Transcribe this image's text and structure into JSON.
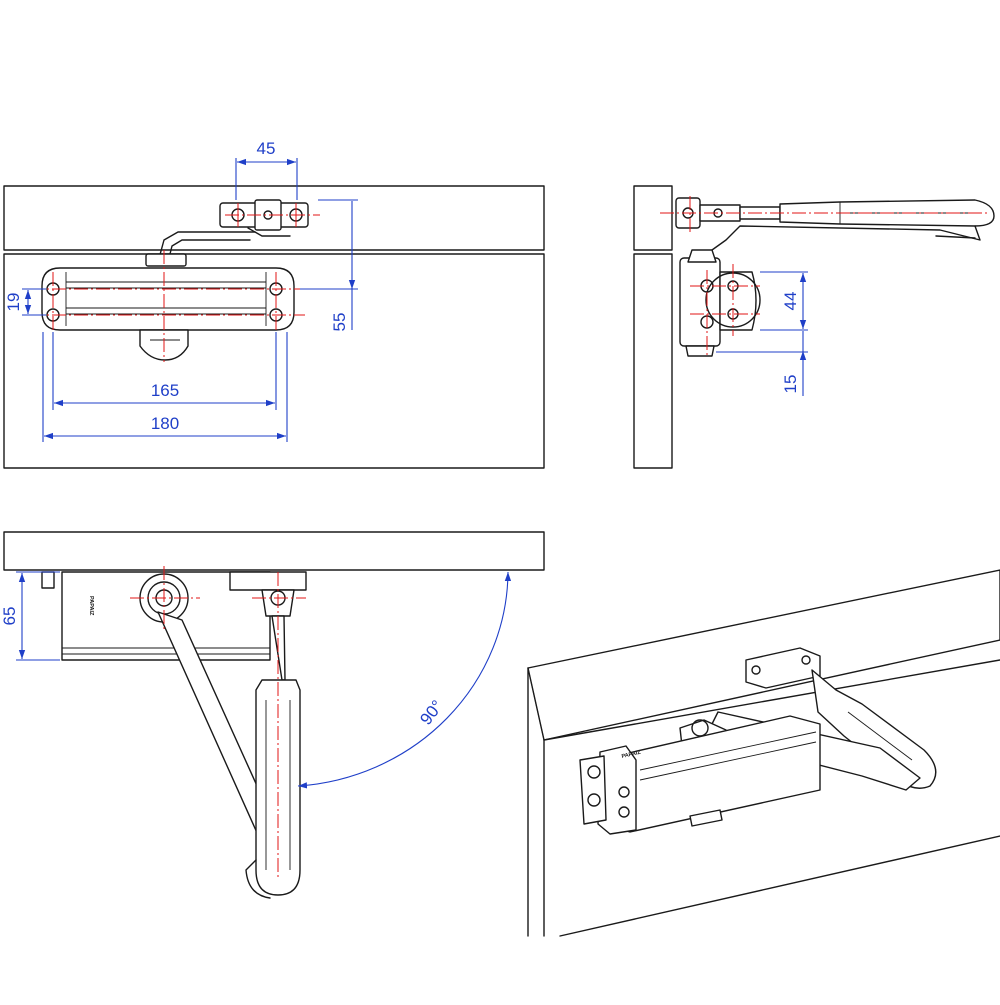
{
  "dimensions": {
    "arm_bolt_spacing": "45",
    "shoe_height": "19",
    "depth": "55",
    "bolt_spacing": "165",
    "body_length": "180",
    "bracket_spacing": "44",
    "offset": "15",
    "projection": "65",
    "opening_angle": "90°"
  },
  "colors": {
    "dimension": "#1f3fc8",
    "centerline": "#e01515",
    "outline": "#1a1a1a"
  },
  "icons": [
    "screw-icon",
    "pivot-icon"
  ]
}
